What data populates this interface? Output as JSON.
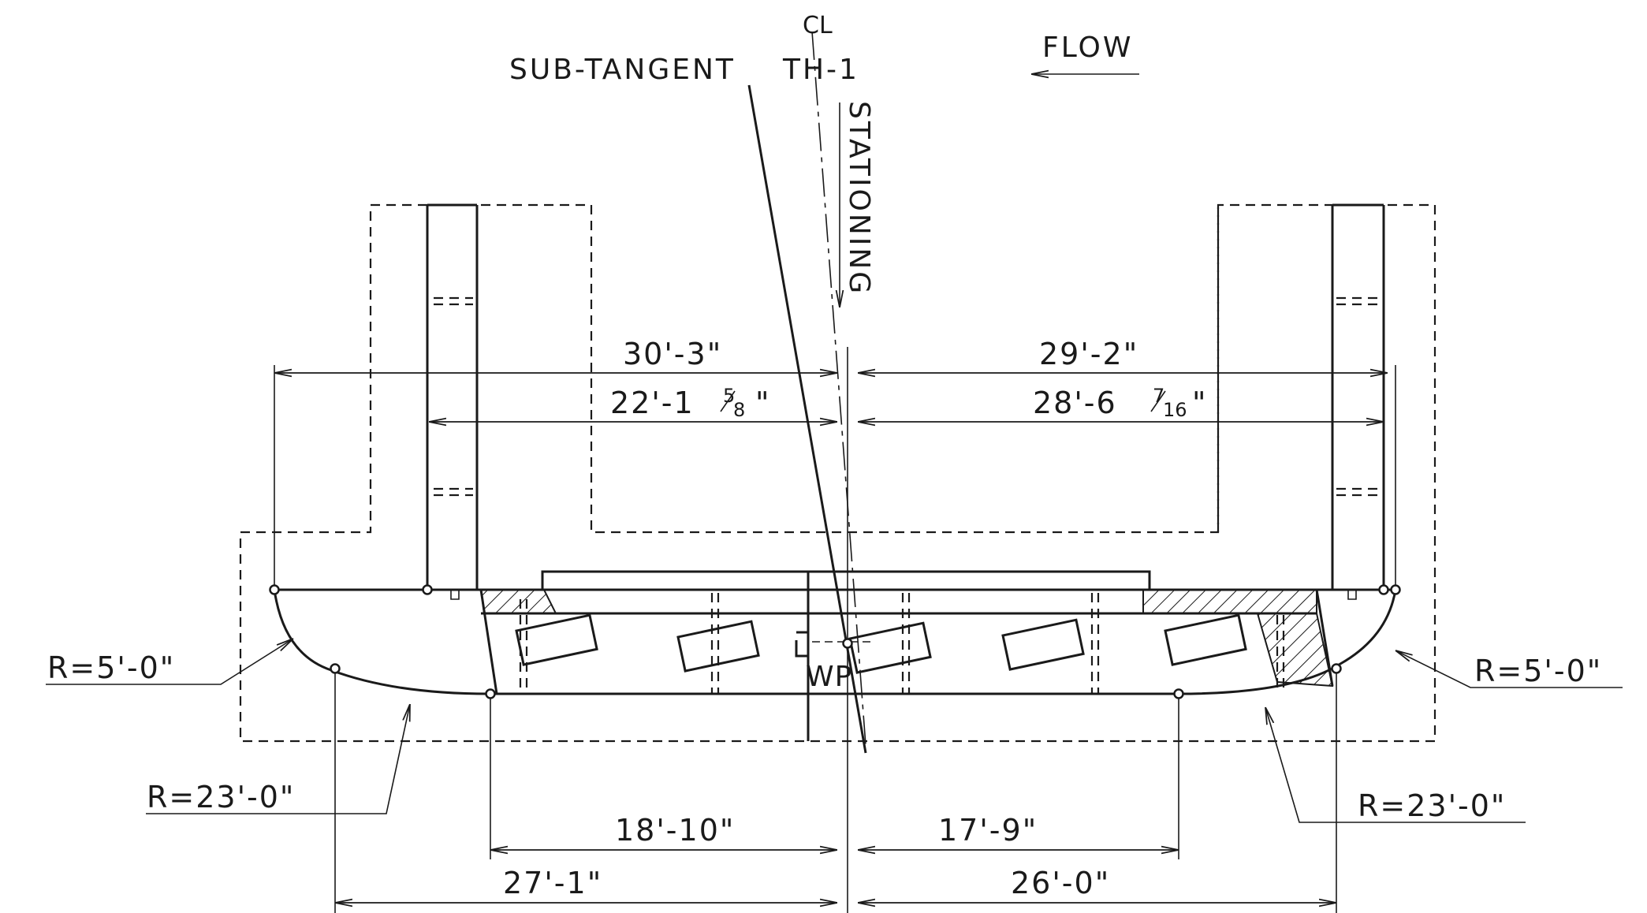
{
  "labels": {
    "centerline_symbol": "CL",
    "sub_tangent": "SUB-TANGENT",
    "highway": "TH-1",
    "flow": "FLOW",
    "stationing": "STATIONING",
    "work_point": "WP",
    "radius_left_small": "R=5'-0\"",
    "radius_right_small": "R=5'-0\"",
    "radius_left_large": "R=23'-0\"",
    "radius_right_large": "R=23'-0\""
  },
  "dimensions": {
    "top_left_outer": "30'-3\"",
    "top_right_outer": "29'-2\"",
    "top_left_inner_whole": "22'-1",
    "top_left_inner_num": "5",
    "top_left_inner_den": "8",
    "top_left_inner_tail": "\"",
    "top_right_inner_whole": "28'-6",
    "top_right_inner_num": "7",
    "top_right_inner_den": "16",
    "top_right_inner_tail": "\"",
    "bottom_left_inner": "18'-10\"",
    "bottom_right_inner": "17'-9\"",
    "bottom_left_outer": "27'-1\"",
    "bottom_right_outer": "26'-0\""
  },
  "colors": {
    "ink": "#1a1a1a",
    "paper": "#ffffff"
  }
}
